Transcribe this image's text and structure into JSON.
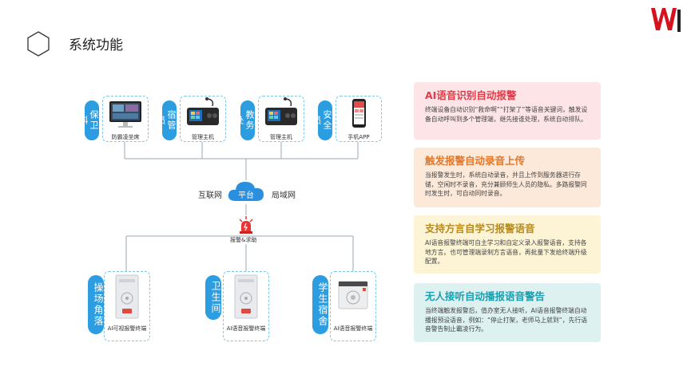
{
  "page": {
    "title": "系统功能"
  },
  "diagram": {
    "top_roles": [
      "保卫科",
      "宿管员",
      "教务处",
      "安全员"
    ],
    "top_devices": [
      "防霸凌坐席",
      "管理主机",
      "管理主机",
      "手机APP"
    ],
    "network": {
      "left": "互联网",
      "center": "平台",
      "right": "局域网"
    },
    "alarm": "报警&求助",
    "bottom_roles": [
      "操场角落",
      "卫生间",
      "学生宿舍"
    ],
    "bottom_devices": [
      "AI可视报警终端",
      "AI语音报警终端",
      "AI语音报警终端"
    ]
  },
  "features": [
    {
      "title": "AI语音识别自动报警",
      "text": "终端设备自动识别“救命啊”“打架了”等语音关键词，触发设备自动呼叫到多个管理端，继先接谁处理，系统自动排队。",
      "color": "#e33a48"
    },
    {
      "title": "触发报警自动录音上传",
      "text": "当报警发生时，系统自动录音，并且上传到服务器进行存储，空闲时不录音，充分兼顾师生人员的隐私。多路报警同时发生时，可自动同时录音。",
      "color": "#e3772a"
    },
    {
      "title": "支持方言自学习报警语音",
      "text": "AI语音报警终端可自主学习和自定义录入报警语音，支持各地方言。也可管理端录制方言语音，再批量下发给终端升级配置。",
      "color": "#b88a1a"
    },
    {
      "title": "无人接听自动播报语音警告",
      "text": "当终端触发报警后，值办室无人接听，AI语音报警终端自动播报预设语音，例如：“停止打架，老师马上就到”，先行语音警告制止霸凌行为。",
      "color": "#1a9fb0"
    }
  ]
}
